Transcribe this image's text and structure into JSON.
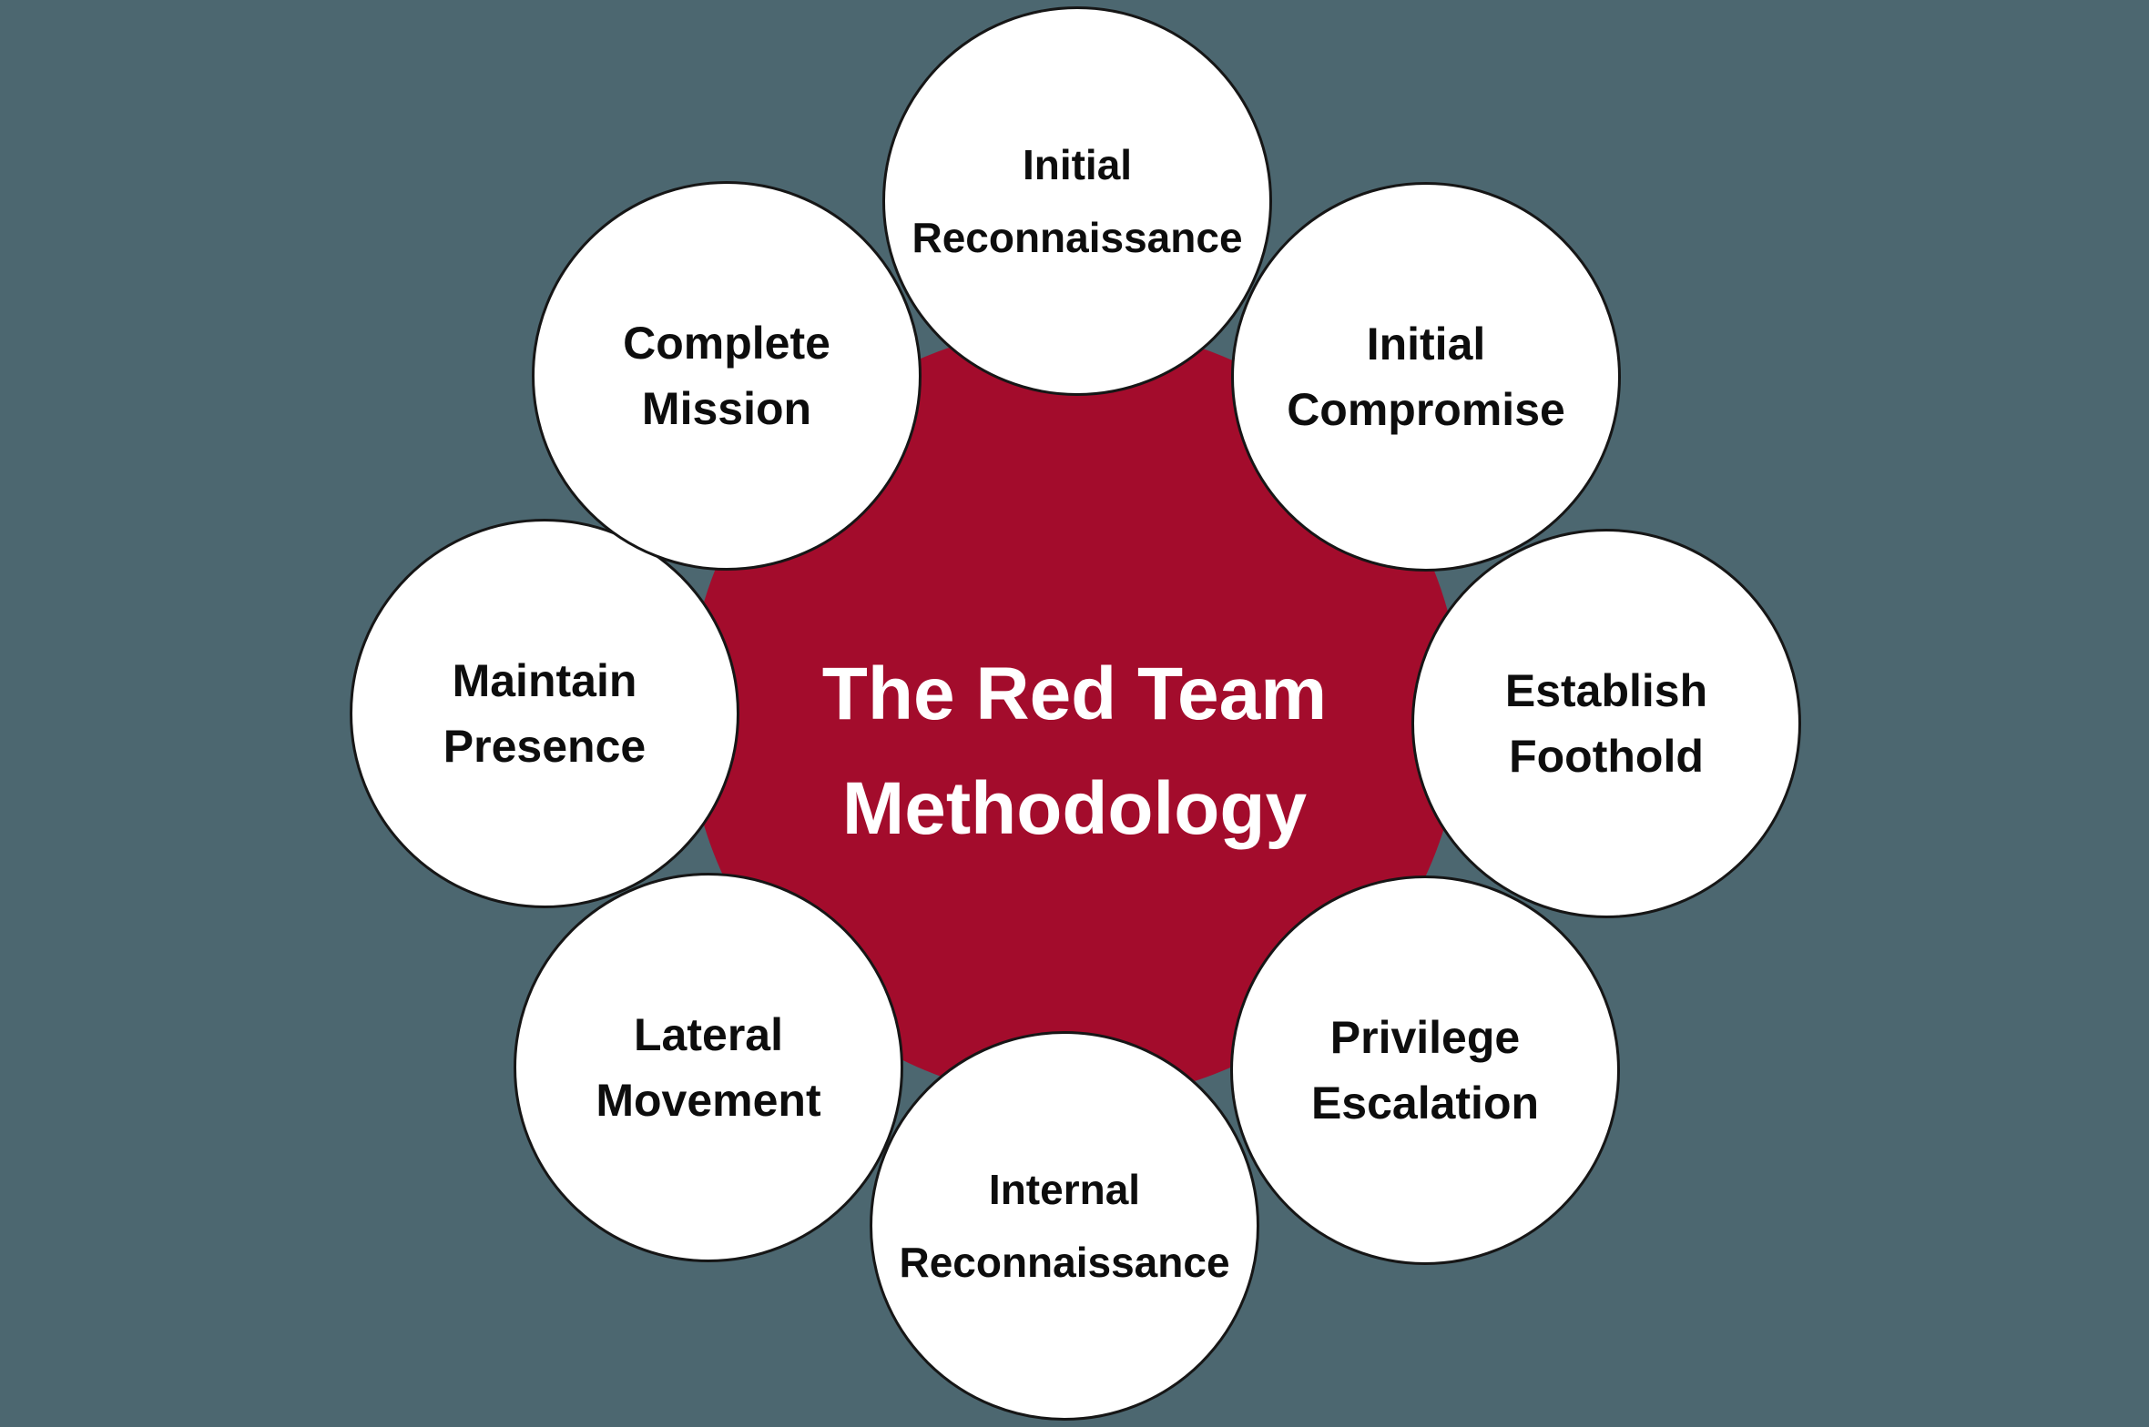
{
  "diagram": {
    "title": {
      "line1": "The Red Team",
      "line2": "Methodology"
    },
    "stages": [
      {
        "id": "initial-reconnaissance",
        "line1": "Initial",
        "line2": "Reconnaissance"
      },
      {
        "id": "initial-compromise",
        "line1": "Initial",
        "line2": "Compromise"
      },
      {
        "id": "establish-foothold",
        "line1": "Establish",
        "line2": "Foothold"
      },
      {
        "id": "privilege-escalation",
        "line1": "Privilege",
        "line2": "Escalation"
      },
      {
        "id": "internal-reconnaissance",
        "line1": "Internal",
        "line2": "Reconnaissance"
      },
      {
        "id": "lateral-movement",
        "line1": "Lateral",
        "line2": "Movement"
      },
      {
        "id": "maintain-presence",
        "line1": "Maintain",
        "line2": "Presence"
      },
      {
        "id": "complete-mission",
        "line1": "Complete",
        "line2": "Mission"
      }
    ],
    "colors": {
      "background": "#4C6770",
      "hub_fill": "#A30C2C",
      "hub_text": "#FFFFFF",
      "node_fill": "#FFFFFF",
      "node_border": "#161616",
      "node_text": "#0D0D0D"
    }
  }
}
